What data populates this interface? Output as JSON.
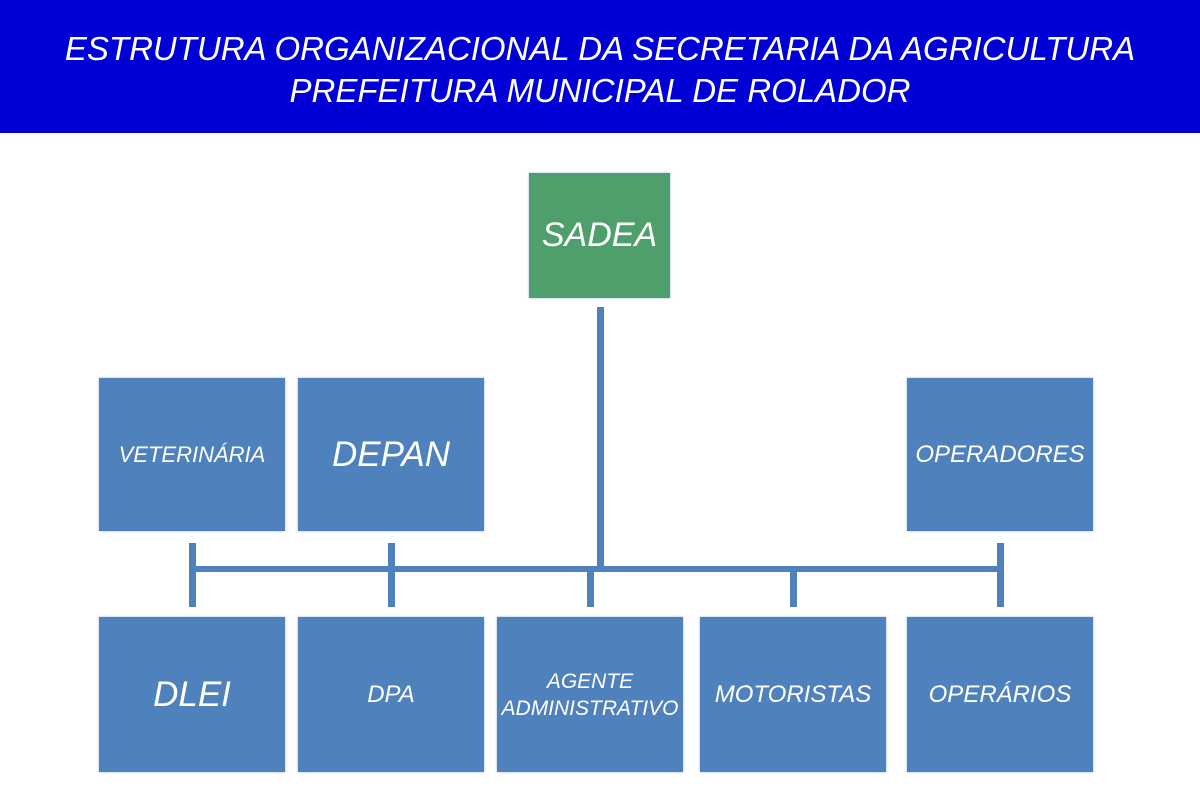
{
  "header": {
    "title_line1": "ESTRUTURA ORGANIZACIONAL DA SECRETARIA DA AGRICULTURA",
    "title_line2": "PREFEITURA MUNICIPAL DE ROLADOR"
  },
  "nodes": {
    "root": "SADEA",
    "veterinaria": "VETERINÁRIA",
    "depan": "DEPAN",
    "operadores": "OPERADORES",
    "dlei": "DLEI",
    "dpa": "DPA",
    "agente_line1": "AGENTE",
    "agente_line2": "ADMINISTRATIVO",
    "motoristas": "MOTORISTAS",
    "operarios": "OPERÁRIOS"
  },
  "colors": {
    "header": "#0000d6",
    "root": "#4e9f6b",
    "box": "#4f81bd"
  }
}
